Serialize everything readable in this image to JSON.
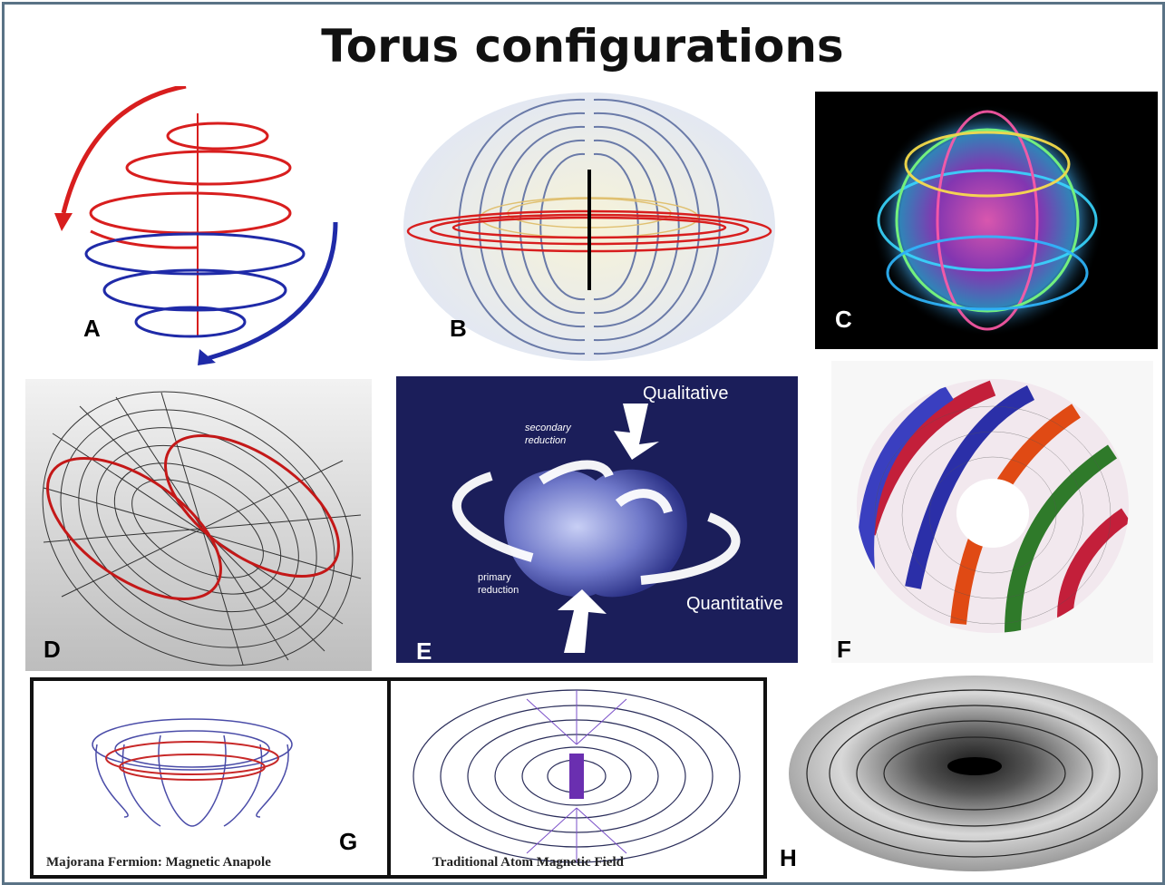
{
  "title": "Torus configurations",
  "panels": {
    "a": {
      "label": "A"
    },
    "b": {
      "label": "B"
    },
    "c": {
      "label": "C"
    },
    "d": {
      "label": "D"
    },
    "e": {
      "label": "E",
      "top_text": "Qualitative",
      "bottom_text": "Quantitative",
      "secondary": "secondary reduction",
      "primary": "primary reduction"
    },
    "f": {
      "label": "F"
    },
    "g": {
      "label": "G",
      "left_caption": "Majorana Fermion: Magnetic Anapole",
      "right_caption": "Traditional Atom Magnetic Field"
    },
    "h": {
      "label": "H"
    }
  },
  "colors": {
    "frame": "#5a7386",
    "red": "#d81e1e",
    "blue": "#1f2aa8",
    "navy_bg": "#1b1e5a"
  }
}
